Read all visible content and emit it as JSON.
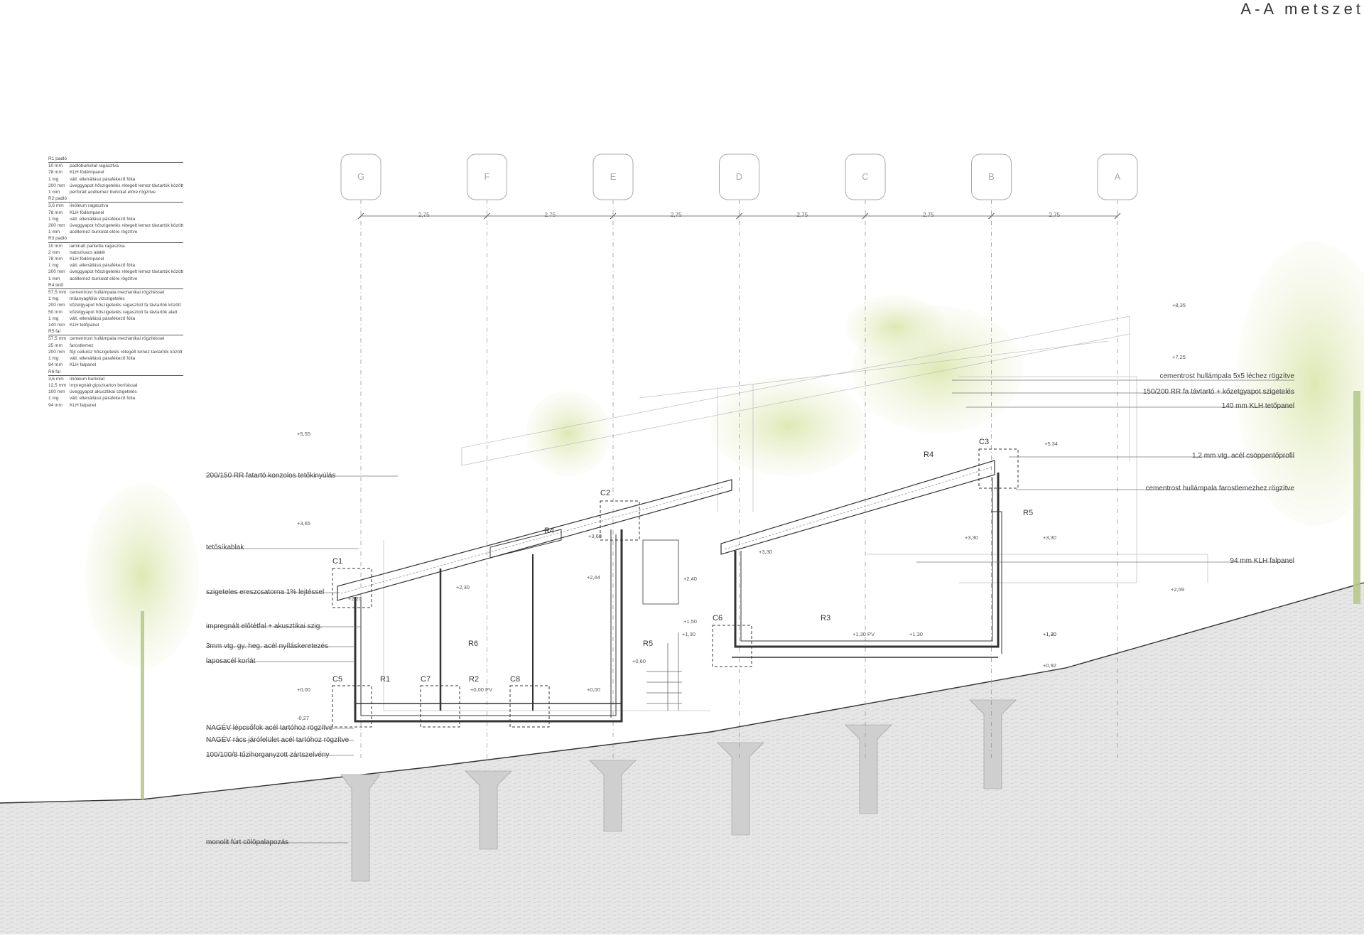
{
  "title": "A-A metszet",
  "legend": [
    {
      "heading": "R1 padló",
      "layers": [
        {
          "t": "10 mm",
          "d": "padlóburkolat ragasztva"
        },
        {
          "t": "78 mm",
          "d": "KLH födémpanel"
        },
        {
          "t": "1 mg",
          "d": "vált. ellenállású párafékező fólia"
        },
        {
          "t": "200 mm",
          "d": "üveggyapot hőszigetelés rétegelt lemez távtartók között"
        },
        {
          "t": "1 mm",
          "d": "perforált acéllemez burkolat elöre rögzítve"
        }
      ]
    },
    {
      "heading": "R2 padló",
      "layers": [
        {
          "t": "3,6 mm",
          "d": "linóleum ragasztva"
        },
        {
          "t": "78 mm",
          "d": "KLH födémpanel"
        },
        {
          "t": "1 mg",
          "d": "vált. ellenállású párafékező fólia"
        },
        {
          "t": "200 mm",
          "d": "üveggyapot hőszigetelés rétegelt lemez távtartók között"
        },
        {
          "t": "1 mm",
          "d": "acéllemez burkolat elöre rögzítve"
        }
      ]
    },
    {
      "heading": "R3 padló",
      "layers": [
        {
          "t": "10 mm",
          "d": "laminált parketta ragasztva"
        },
        {
          "t": "2 mm",
          "d": "habszivacs alátét"
        },
        {
          "t": "78 mm",
          "d": "KLH födémpanel"
        },
        {
          "t": "1 mg",
          "d": "vált. ellenállású párafékező fólia"
        },
        {
          "t": "200 mm",
          "d": "üveggyapot hőszigetelés rétegelt lemez távtartók között"
        },
        {
          "t": "1 mm",
          "d": "acéllemez burkolat elöre rögzítve"
        }
      ]
    },
    {
      "heading": "R4 tető",
      "layers": [
        {
          "t": "57,5 mm",
          "d": "cementrost hullámpala mechanikai rögzítéssel"
        },
        {
          "t": "1 mg",
          "d": "műanyagfólia vízszigetelés"
        },
        {
          "t": "200 mm",
          "d": "kőzetgyapot hőszigetelés ragasztott fa távtartók között"
        },
        {
          "t": "50 mm",
          "d": "kőzetgyapot hőszigetelés ragasztott fa távtartók alatt"
        },
        {
          "t": "1 mg",
          "d": "vált. ellenállású párafékező fólia"
        },
        {
          "t": "140 mm",
          "d": "KLH tetőpanel"
        }
      ]
    },
    {
      "heading": "R5 fal",
      "layers": [
        {
          "t": "57,5 mm",
          "d": "cementrost hullámpala mechanikai rögzítéssel"
        },
        {
          "t": "25 mm",
          "d": "farostlemez"
        },
        {
          "t": "200 mm",
          "d": "fűjt cellulóz hőszigetelés rétegelt lemez távtartók között"
        },
        {
          "t": "1 mg",
          "d": "vált. ellenállású párafékező fólia"
        },
        {
          "t": "94 mm",
          "d": "KLH falpanel"
        }
      ]
    },
    {
      "heading": "R6 fal",
      "layers": [
        {
          "t": "3,6 mm",
          "d": "linóleum burkolat"
        },
        {
          "t": "12,5 mm",
          "d": "impregnált gipszkarton borítással"
        },
        {
          "t": "100 mm",
          "d": "üveggyapot akusztikai szigetelés"
        },
        {
          "t": "1 mg",
          "d": "vált. ellenállású párafékező fólia"
        },
        {
          "t": "94 mm",
          "d": "KLH falpanel"
        }
      ]
    }
  ],
  "axes": [
    {
      "label": "G"
    },
    {
      "label": "F"
    },
    {
      "label": "E"
    },
    {
      "label": "D"
    },
    {
      "label": "C"
    },
    {
      "label": "B"
    },
    {
      "label": "A"
    }
  ],
  "spacing": [
    "2,75",
    "2,75",
    "2,75",
    "2,75",
    "2,75",
    "2,75"
  ],
  "left_labels": [
    "200/150 RR fatartó konzolos tetőkinyúlás",
    "tetősíkablak",
    "szigeteles ereszcsatorna 1% lejtéssel",
    "impregnált előtétfal + akusztikai szig.",
    "3mm vtg. gy. heg. acél nyíláskeretezés",
    "laposacél korlát",
    "NAGÉV lépcsőfok acél tartóhoz rögzítve",
    "NAGÉV rács járófelület acél tartóhoz rögzítve",
    "100/100/8 tűzihorganyzott zártszelvény",
    "monolit fúrt cölöpalapozás"
  ],
  "right_labels": [
    "cementrost hullámpala 5x5 léchez rögzítve",
    "150/200 RR fa távtartó + kőzetgyapot szigetelés",
    "140 mm KLH tetőpanel",
    "1,2 mm vtg. acél csöppentőprofil",
    "cementrost hullámpala farostlemezhez rögzítve",
    "94 mm KLH falpanel"
  ],
  "tags": [
    "C1",
    "C2",
    "C3",
    "C5",
    "C6",
    "C7",
    "C8",
    "R1",
    "R2",
    "R3",
    "R4",
    "R4",
    "R5",
    "R5",
    "R6"
  ],
  "levels": [
    "+8,35",
    "+7,25",
    "+5,55",
    "+5,34",
    "+3,65",
    "+3,60",
    "+3,30",
    "+3,30",
    "+3,30",
    "+2,59",
    "+2,64",
    "+2,40",
    "+2,30",
    "+2,20",
    "+1,50",
    "+1,30",
    "+1,30",
    "+1,30",
    "+1,20",
    "+0,92",
    "+0,60",
    "+0,00",
    "+0,00",
    "-0,27",
    "+0,00 PV",
    "+1,30 PV"
  ],
  "colors": {
    "line": "#333333",
    "soil": "#e3e3e3",
    "foliage": "#d7e4a8",
    "ghost": "#bbbbbb"
  }
}
